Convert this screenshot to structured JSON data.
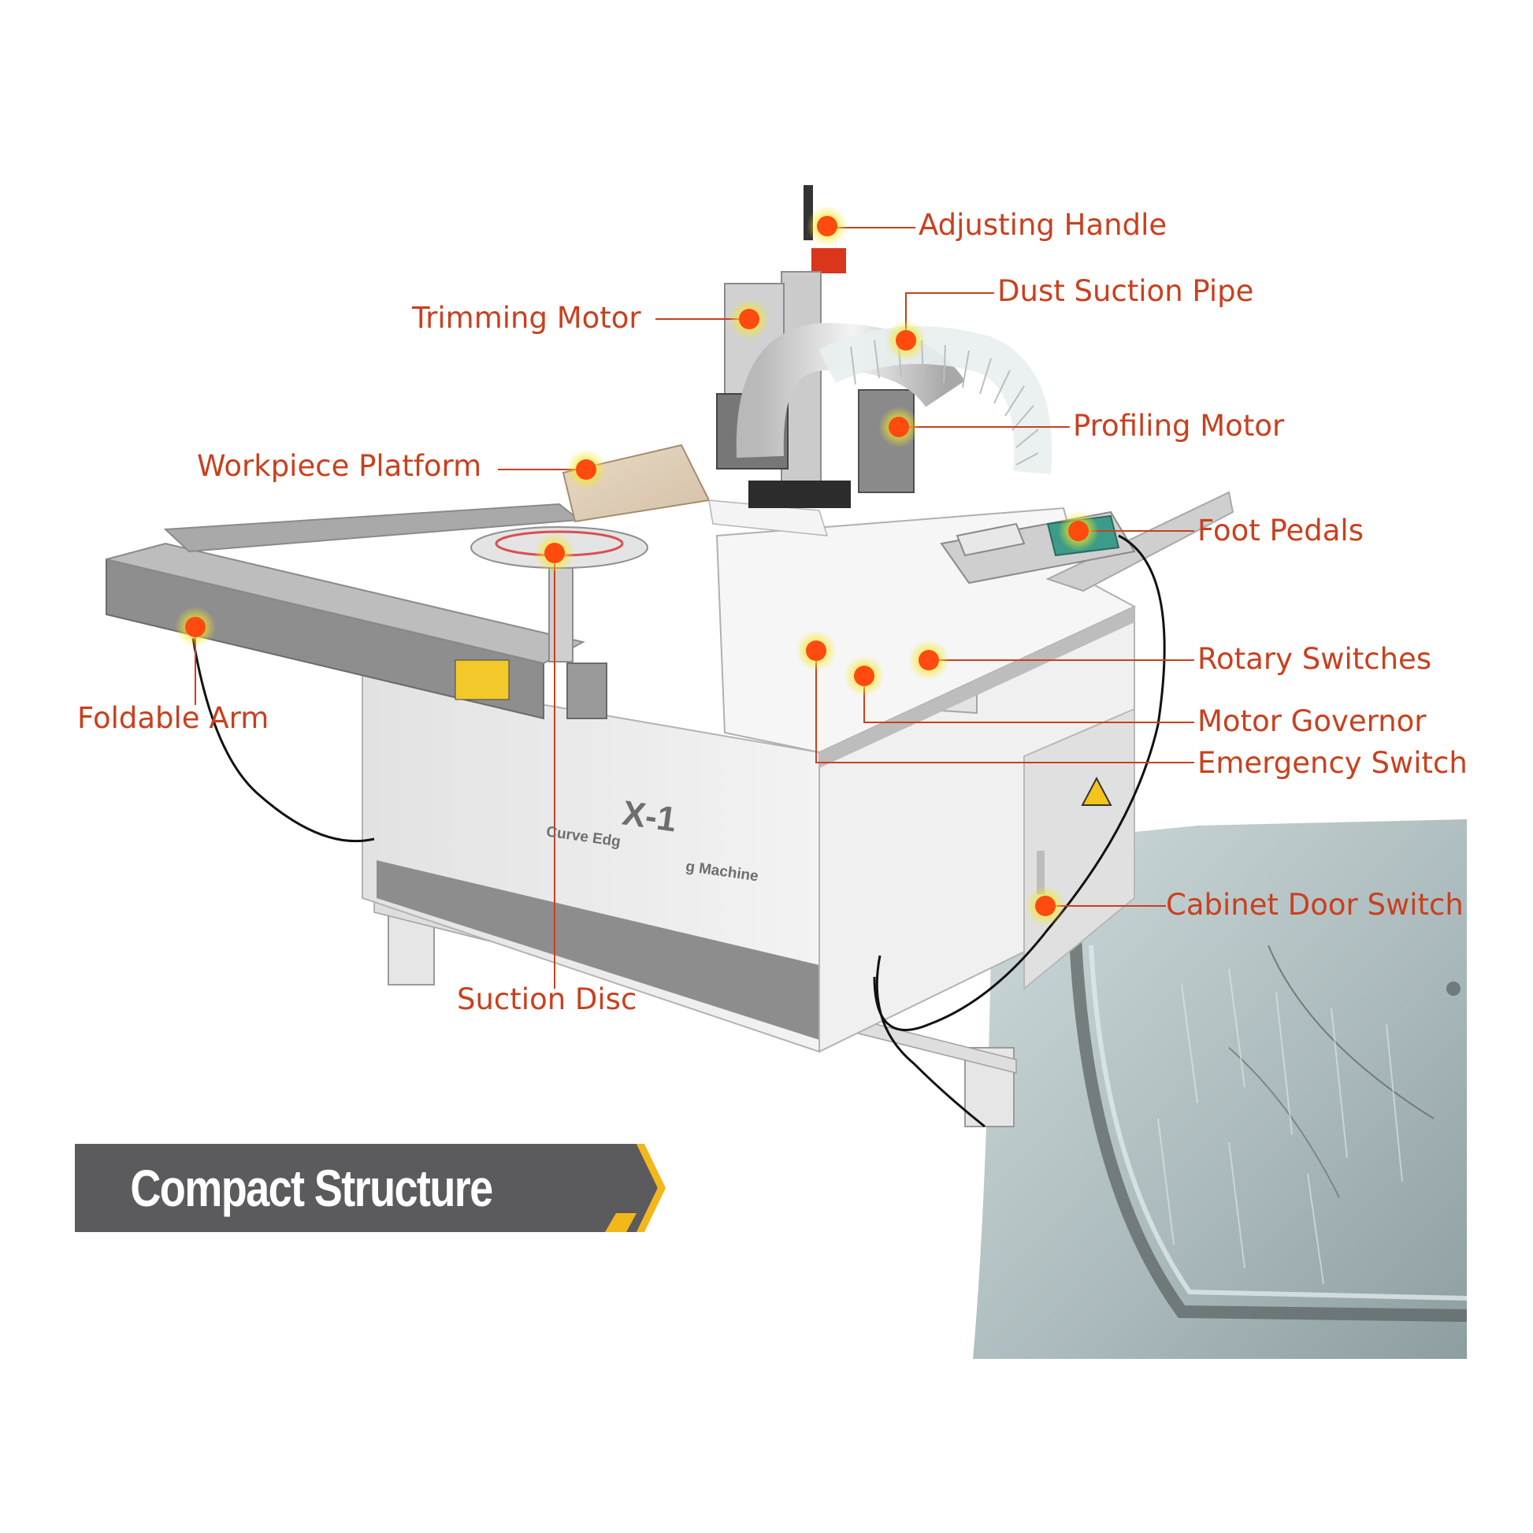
{
  "colors": {
    "label_red": "#c9401e",
    "dot_orange": "#ff4a10",
    "glow_yellow": "#f6e826",
    "leader_line": "#c9401e",
    "banner_gray": "#5b5b5d",
    "banner_yellow": "#f4b71a",
    "machine_white": "#ececec",
    "machine_gray": "#8f8f8f"
  },
  "product": {
    "model": "X-1",
    "name_part1": "Curve Edg",
    "name_part2": "g Machine"
  },
  "banner": {
    "text": "Compact Structure"
  },
  "callouts": [
    {
      "id": "adjusting-handle",
      "label": "Adjusting Handle"
    },
    {
      "id": "dust-suction-pipe",
      "label": "Dust Suction Pipe"
    },
    {
      "id": "trimming-motor",
      "label": "Trimming Motor"
    },
    {
      "id": "profiling-motor",
      "label": "Profiling Motor"
    },
    {
      "id": "workpiece-platform",
      "label": "Workpiece Platform"
    },
    {
      "id": "foot-pedals",
      "label": "Foot Pedals"
    },
    {
      "id": "rotary-switches",
      "label": "Rotary Switches"
    },
    {
      "id": "motor-governor",
      "label": "Motor Governor"
    },
    {
      "id": "emergency-switch",
      "label": "Emergency Switch"
    },
    {
      "id": "foldable-arm",
      "label": "Foldable Arm"
    },
    {
      "id": "cabinet-door-switch",
      "label": "Cabinet Door Switch"
    },
    {
      "id": "suction-disc",
      "label": "Suction Disc"
    }
  ]
}
